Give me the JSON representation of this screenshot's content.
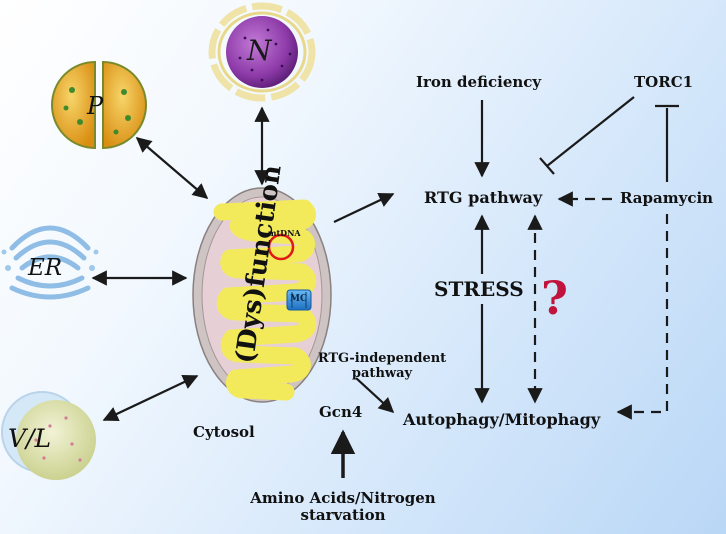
{
  "organelles": {
    "nucleus": "N",
    "peroxisome": "P",
    "er": "ER",
    "vacuole": "V/L"
  },
  "mitochondrion": {
    "label": "(Dys)function",
    "mtdna": "mtDNA",
    "mc": "MC"
  },
  "labels": {
    "cytosol": "Cytosol",
    "iron_deficiency": "Iron deficiency",
    "torc1": "TORC1",
    "rtg_pathway": "RTG pathway",
    "rapamycin": "Rapamycin",
    "stress": "STRESS",
    "question": "?",
    "rtg_independent_line1": "RTG-independent",
    "rtg_independent_line2": "pathway",
    "gcn4": "Gcn4",
    "autophagy": "Autophagy/Mitophagy",
    "amino_line1": "Amino Acids/Nitrogen",
    "amino_line2": "starvation"
  },
  "colors": {
    "arrow": "#1a1a1a",
    "question_mark": "#c0143c",
    "mito_outer": "#cfc4c4",
    "mito_inner": "#e6d0d6",
    "cristae": "#f2ea5a",
    "nucleus": "#8d3aa8",
    "peroxisome": "#e7a81e",
    "er": "#9fc8ea",
    "vacuole": "#dde3b0",
    "mc": "#2e86d8"
  }
}
